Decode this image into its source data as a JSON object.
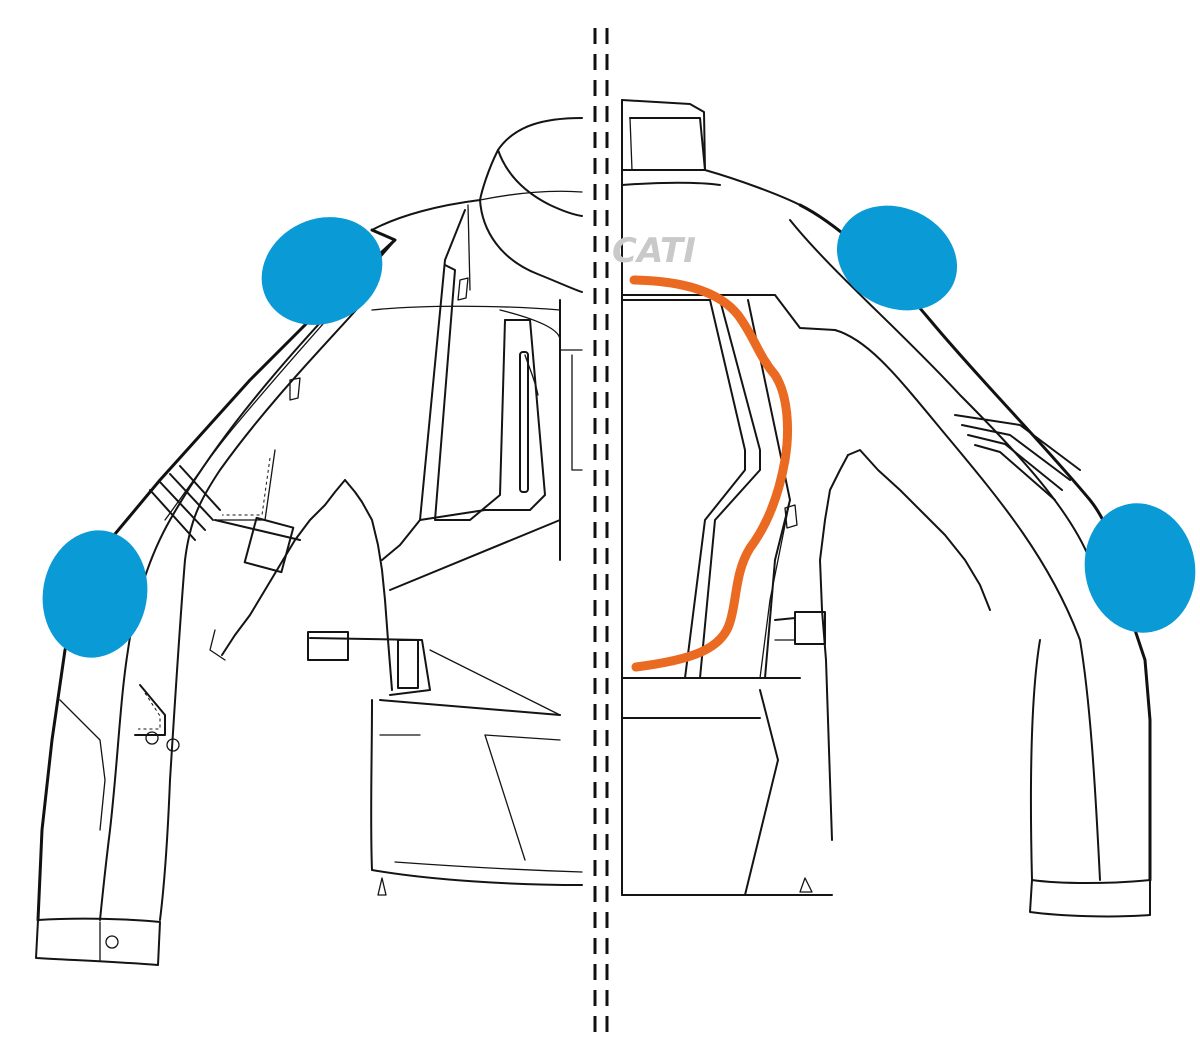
{
  "logo_text": "CATI",
  "colors": {
    "protector": "#0a9ad6",
    "back_protector": "#ea6a22",
    "logo": "#c9c9c9",
    "outline": "#141414",
    "background": "#ffffff"
  },
  "views": [
    "front-half",
    "back-half"
  ]
}
